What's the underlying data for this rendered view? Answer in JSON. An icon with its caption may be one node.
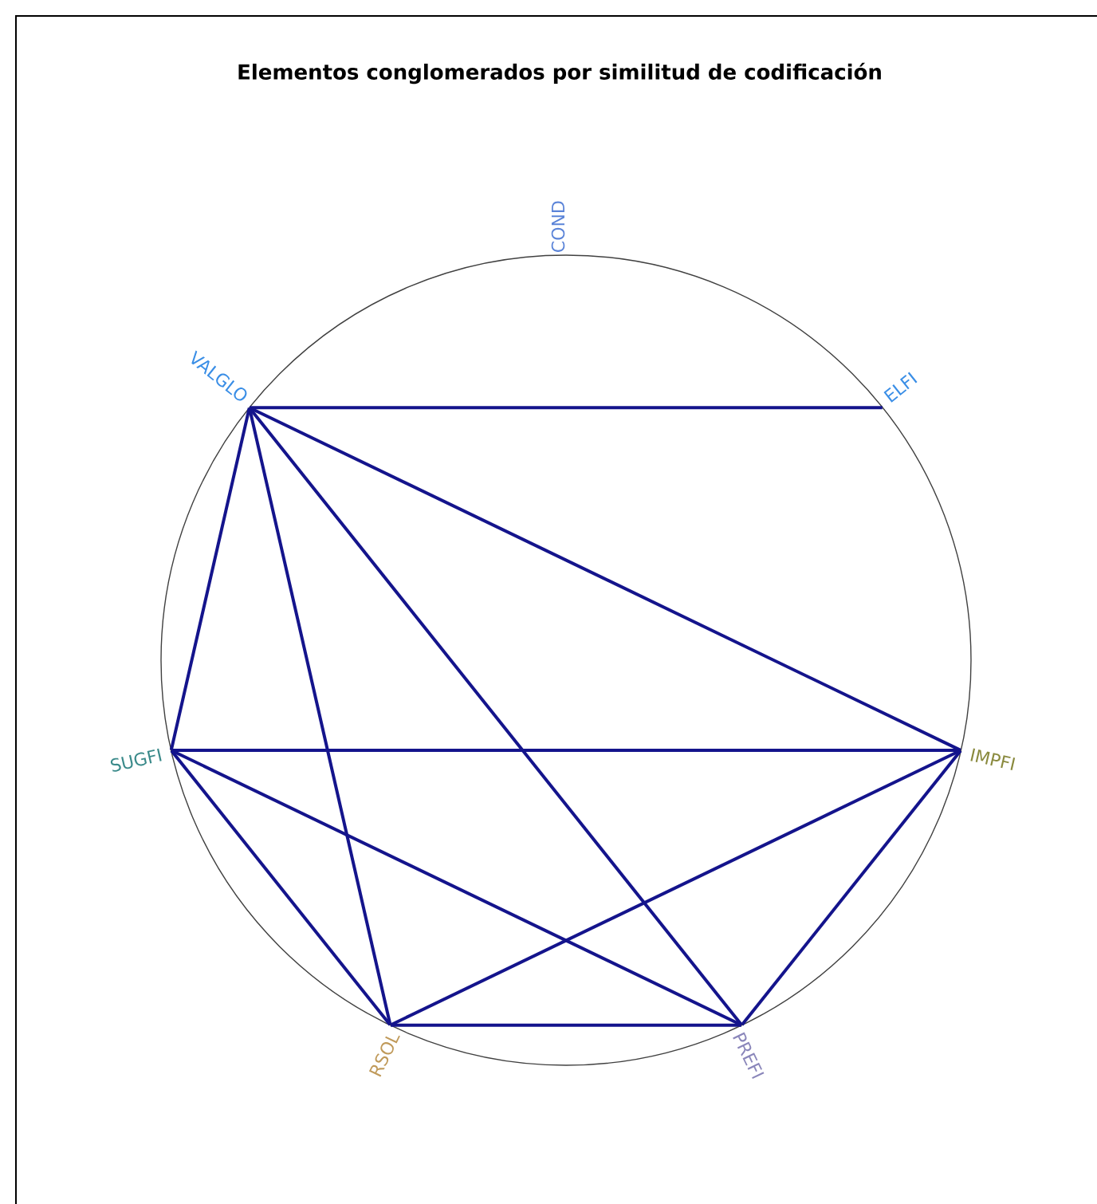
{
  "diagram": {
    "title": "Elementos conglomerados por similitud de codificación",
    "nodes": [
      {
        "text": [
          "COND"
        ]
      },
      {
        "text": [
          "ELFI"
        ]
      },
      {
        "text": [
          "IMPFI"
        ]
      },
      {
        "text": [
          "PREFI"
        ]
      },
      {
        "text": [
          "RSOL"
        ]
      },
      {
        "text": [
          "SUGFI"
        ]
      },
      {
        "text": [
          "VALGLO"
        ]
      }
    ],
    "edges": [
      {
        "from": 6,
        "to": 1,
        "arrow": "none"
      },
      {
        "from": 6,
        "to": 2,
        "arrow": "none"
      },
      {
        "from": 6,
        "to": 3,
        "arrow": "none"
      },
      {
        "from": 6,
        "to": 4,
        "arrow": "none"
      },
      {
        "from": 6,
        "to": 5,
        "arrow": "none"
      },
      {
        "from": 5,
        "to": 2,
        "arrow": "none"
      },
      {
        "from": 5,
        "to": 3,
        "arrow": "none"
      },
      {
        "from": 5,
        "to": 4,
        "arrow": "none"
      },
      {
        "from": 4,
        "to": 3,
        "arrow": "none"
      },
      {
        "from": 4,
        "to": 2,
        "arrow": "none"
      },
      {
        "from": 3,
        "to": 2,
        "arrow": "none"
      }
    ]
  }
}
